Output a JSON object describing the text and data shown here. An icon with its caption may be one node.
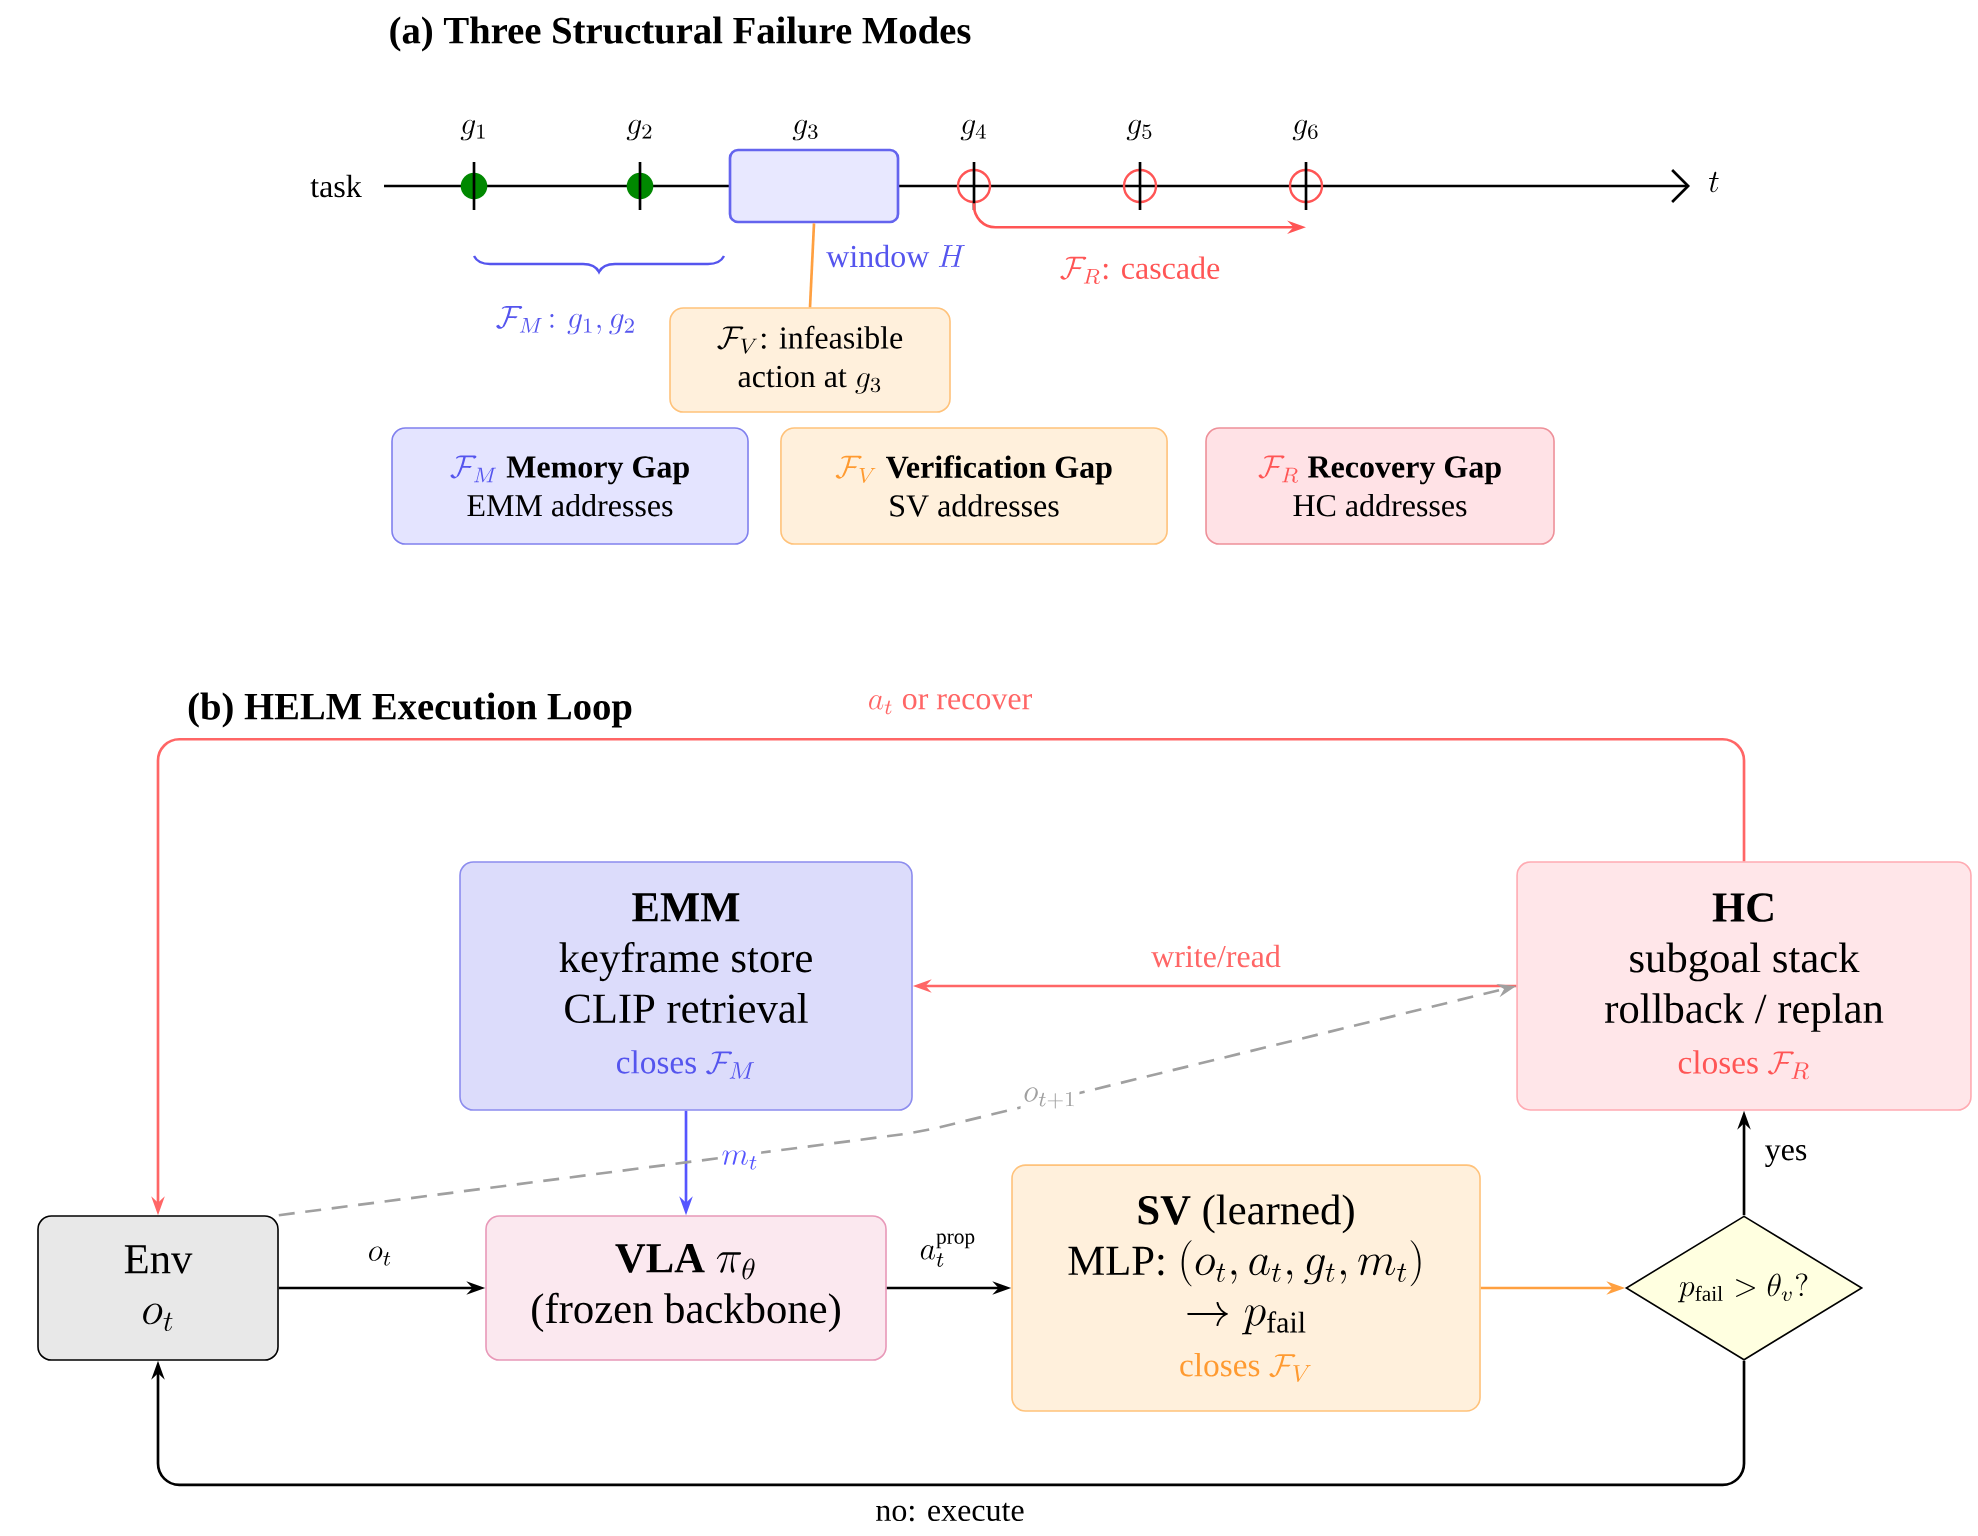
{
  "diagram": {
    "nodes": [
      {
        "text": [
          "g_1"
        ]
      },
      {
        "text": [
          "g_2"
        ]
      },
      {
        "text": [
          "g_3"
        ],
        "beside": [
          "\\text{window } H"
        ]
      },
      {
        "text": [
          "g_4"
        ]
      },
      {
        "text": [
          "g_5"
        ]
      },
      {
        "text": [
          "g_6"
        ]
      },
      {
        "text": [
          "\\begin{array}{c}\\mathcal{F}_V\\text{: infeasible}\\\\ \\text{action at } g_3\\end{array}"
        ]
      },
      {
        "text": [
          "\\mathcal{F}_M",
          "Memory Gap",
          "EMM addresses"
        ]
      },
      {
        "text": [
          "\\mathcal{F}_V",
          "Verification Gap",
          "SV addresses"
        ]
      },
      {
        "text": [
          "\\mathcal{F}_R",
          "Recovery Gap",
          "HC addresses"
        ]
      },
      {
        "text": [
          "EMM",
          "keyframe store",
          "CLIP retrieval",
          "\\text{closes } \\mathcal{F}_M"
        ]
      },
      {
        "text": [
          "HC",
          "subgoal stack",
          "rollback / replan",
          "\\text{closes } \\mathcal{F}_R"
        ]
      },
      {
        "text": [
          "Env",
          "o_t"
        ]
      },
      {
        "text": [
          "VLA",
          "\\pi_\\theta",
          "(frozen backbone)"
        ]
      },
      {
        "text": [
          "SV",
          "(learned)",
          "\\text{MLP: } (o_t, a_t, g_t, m_t)",
          "\\to p_{\\text{fail}}",
          "\\text{closes } \\mathcal{F}_V"
        ]
      },
      {
        "text": [
          "p_{\\text{fail}} > \\theta_v ?"
        ]
      }
    ],
    "edges": [
      {
        "from": 6,
        "to": 2,
        "arrow": "none",
        "color": "#ffa040"
      },
      {
        "from": 3,
        "to": 5,
        "arrow": "to",
        "color": "#ff5555",
        "label": "\\mathcal{F}_R\\text{: cascade}"
      },
      {
        "from": 10,
        "to": 13,
        "arrow": "to",
        "color": "#5555ff",
        "label": "m_t"
      },
      {
        "from": 12,
        "to": 13,
        "arrow": "to",
        "label": "o_t"
      },
      {
        "from": 13,
        "to": 14,
        "arrow": "to",
        "label": "a_t^{\\text{prop}}"
      },
      {
        "from": 14,
        "to": 15,
        "arrow": "to",
        "color": "#ffa040"
      },
      {
        "from": 15,
        "to": 11,
        "arrow": "to",
        "label": "yes"
      },
      {
        "from": 15,
        "to": 12,
        "arrow": "to",
        "label": "no: execute"
      },
      {
        "from": 11,
        "to": 12,
        "arrow": "to",
        "color": "#ff6666",
        "label": "a_t \\text{ or recover}"
      },
      {
        "from": 11,
        "to": 10,
        "arrow": "to",
        "color": "#ff6666",
        "label": "write/read"
      },
      {
        "from": 12,
        "to": 11,
        "arrow": "to",
        "style": "dashed",
        "color": "#a0a0a0",
        "label": "o_{t+1}"
      }
    ],
    "labels": [
      "(a) Three Structural Failure Modes",
      "task",
      "t",
      "\\mathcal{F}_M\\colon g_1, g_2",
      "(b) HELM Execution Loop"
    ]
  }
}
